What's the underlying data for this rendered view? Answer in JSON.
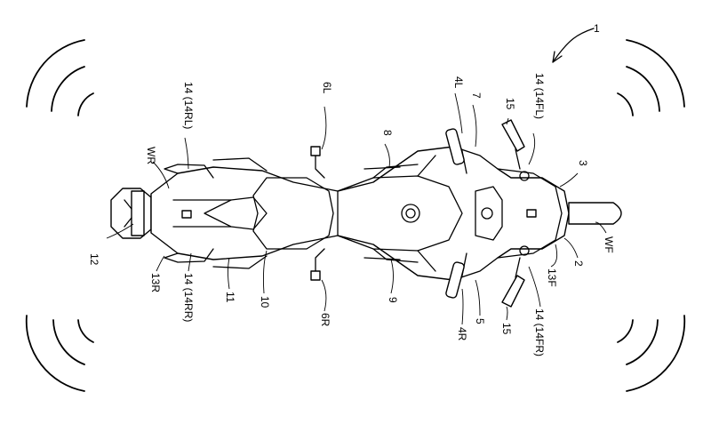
{
  "figure": {
    "labels": {
      "fig_number": "1",
      "l_14fl": "14 (14FL)",
      "l_15_top": "15",
      "l_7": "7",
      "l_4l": "4L",
      "l_8": "8",
      "l_6l": "6L",
      "l_14rl": "14 (14RL)",
      "l_wr": "WR",
      "l_12": "12",
      "l_13r": "13R",
      "l_14rr": "14 (14RR)",
      "l_11": "11",
      "l_10": "10",
      "l_6r": "6R",
      "l_9": "9",
      "l_4r": "4R",
      "l_5": "5",
      "l_15_bottom": "15",
      "l_14fr": "14 (14FR)",
      "l_13f": "13F",
      "l_2": "2",
      "l_wf": "WF",
      "l_3": "3"
    }
  }
}
